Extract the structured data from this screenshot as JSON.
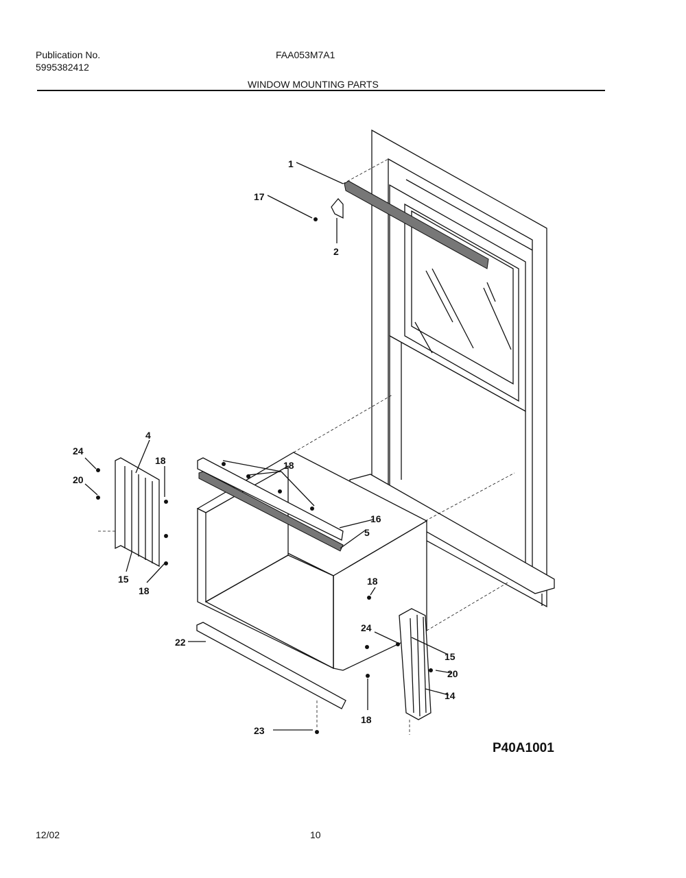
{
  "header": {
    "publication_label": "Publication No.",
    "publication_number": "5995382412",
    "model": "FAA053M7A1",
    "section_title": "WINDOW MOUNTING PARTS"
  },
  "diagram": {
    "callouts": {
      "c1": "1",
      "c17": "17",
      "c2": "2",
      "c4": "4",
      "c24a": "24",
      "c18a": "18",
      "c20a": "20",
      "c15a": "15",
      "c18b": "18",
      "c18c": "18",
      "c16": "16",
      "c5": "5",
      "c18d": "18",
      "c24b": "24",
      "c15b": "15",
      "c20b": "20",
      "c14": "14",
      "c18e": "18",
      "c22": "22",
      "c23": "23"
    },
    "drawing_number": "P40A1001"
  },
  "footer": {
    "date": "12/02",
    "page": "10"
  }
}
